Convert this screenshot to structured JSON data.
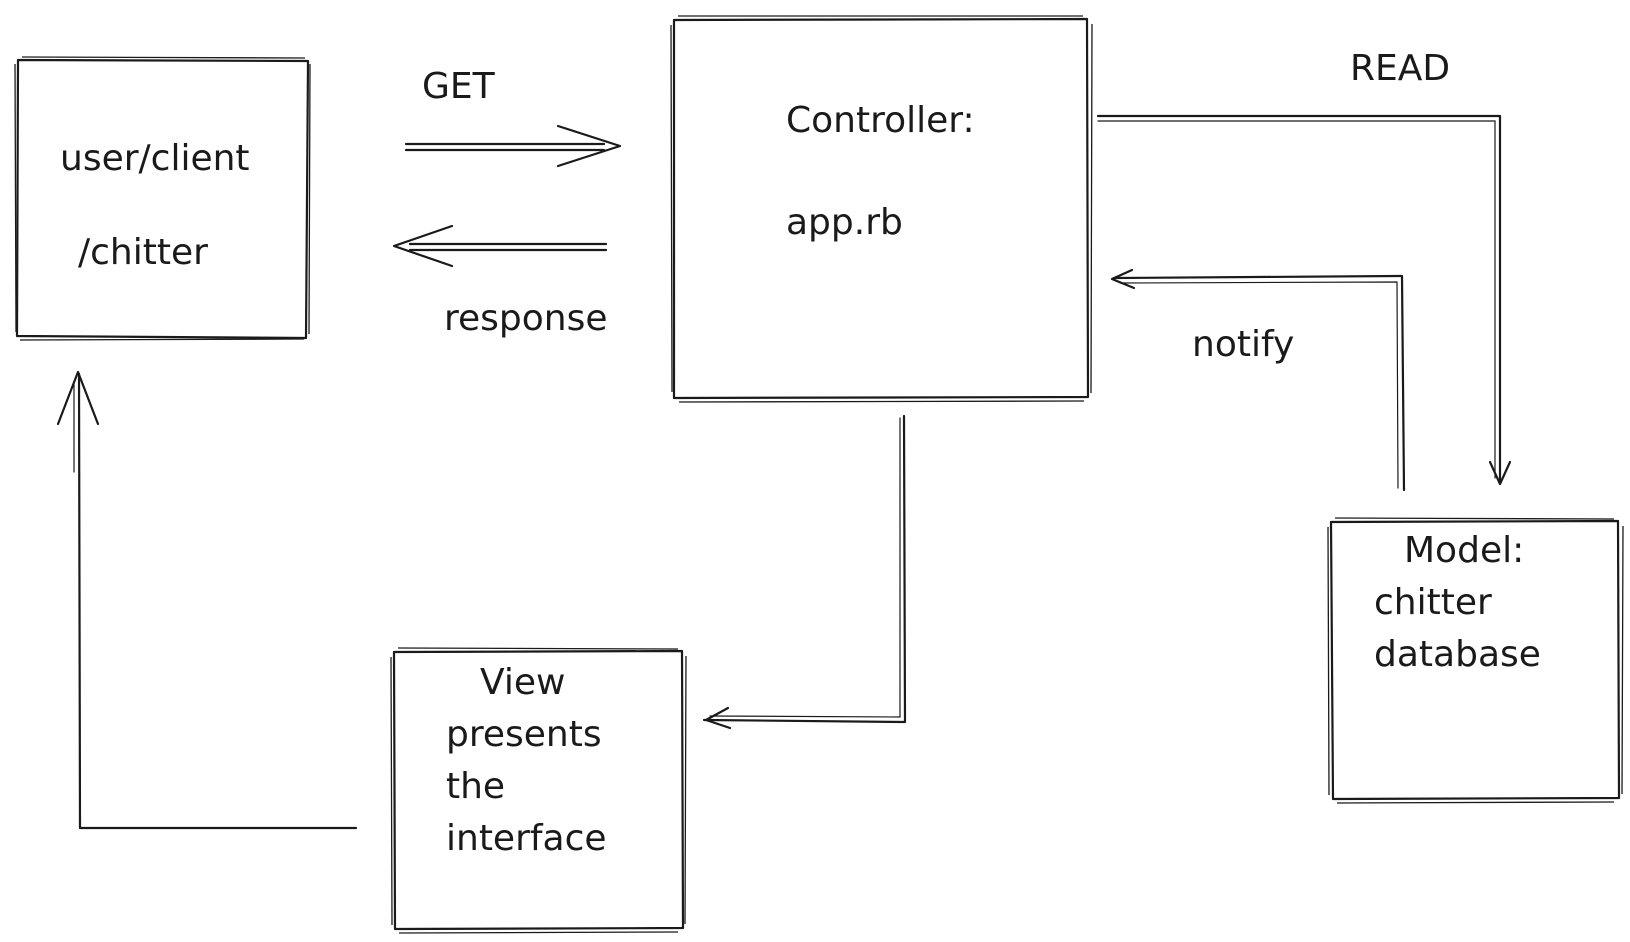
{
  "nodes": {
    "client": {
      "lines": [
        "user/client",
        "/chitter"
      ]
    },
    "controller": {
      "lines": [
        "Controller:",
        "app.rb"
      ]
    },
    "model": {
      "lines": [
        "Model:",
        "chitter",
        "database"
      ]
    },
    "view": {
      "lines": [
        "View",
        "presents",
        "the",
        "interface"
      ]
    }
  },
  "edges": {
    "get": {
      "label": "GET"
    },
    "response": {
      "label": "response"
    },
    "read": {
      "label": "READ"
    },
    "notify": {
      "label": "notify"
    }
  },
  "colors": {
    "ink": "#1a1a1a",
    "background": "#ffffff"
  }
}
